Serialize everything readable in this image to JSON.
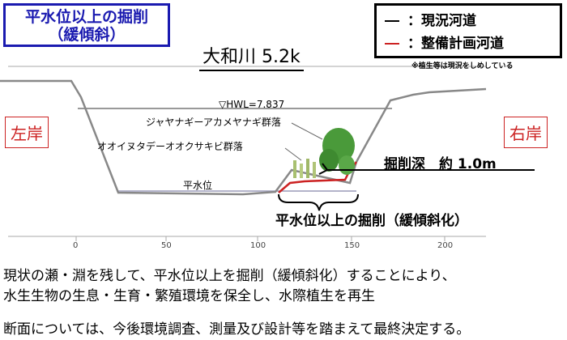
{
  "title": {
    "line1": "平水位以上の掘削",
    "line2": "（緩傾斜）"
  },
  "legend": {
    "current_label": "：現況河道",
    "plan_label": "：整備計画河道",
    "current_color": "#000000",
    "plan_color": "#cc2222",
    "note": "※植生等は現況をしめしている"
  },
  "river_name": "大和川 5.2k",
  "banks": {
    "left": "左岸",
    "right": "右岸"
  },
  "labels": {
    "hwl": "▽HWL=7.837",
    "vegetation_upper": "ジャヤナギーアカメヤナギ群落",
    "vegetation_lower": "オオイヌタデーオオクサキビ群落",
    "normal_water": "平水位",
    "dig_depth": "掘削深　約 1.0m",
    "dig_label": "平水位以上の掘削（緩傾斜化）"
  },
  "axis": {
    "ticks": [
      "0",
      "50",
      "100",
      "150",
      "200"
    ]
  },
  "description": {
    "line1": "現状の瀬・淵を残して、平水位以上を掘削（緩傾斜化）することにより、",
    "line2": "水生生物の生息・生育・繁殖環境を保全し、水際植生を再生",
    "line3": "断面については、今後環境調査、測量及び設計等を踏まえて最終決定する。"
  },
  "colors": {
    "title_blue": "#1a1ab0",
    "section_line": "#888888",
    "vegetation": "#4a9a3a"
  }
}
